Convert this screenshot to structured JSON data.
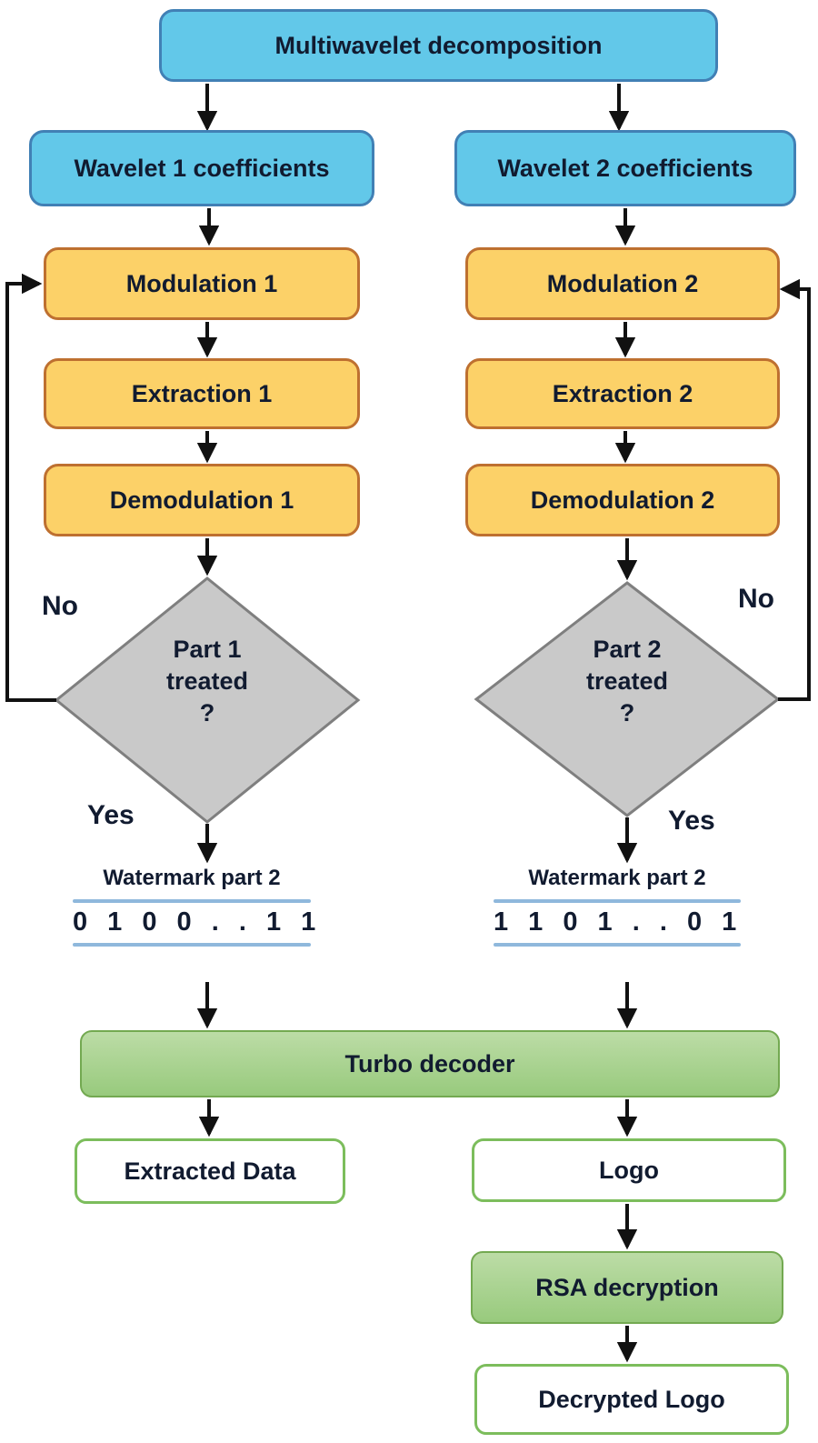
{
  "colors": {
    "blue-fill": "#62C8E9",
    "blue-border": "#4180B5",
    "orange-fill": "#FCD168",
    "orange-border": "#BE7030",
    "gray-fill": "#C9C9C9",
    "gray-border": "#7F7F7F",
    "green-top": "#BCDCA6",
    "green-bottom": "#98CA7D",
    "green-border": "#73A951",
    "white-box-border": "#7CBD5C",
    "rule-blue": "#8FB8DC",
    "arrow": "#111111",
    "text": "#111B30"
  },
  "nodes": {
    "multiwavelet": "Multiwavelet decomposition",
    "wavelet1": "Wavelet 1 coefficients",
    "wavelet2": "Wavelet 2 coefficients",
    "modulation1": "Modulation 1",
    "modulation2": "Modulation 2",
    "extraction1": "Extraction 1",
    "extraction2": "Extraction 2",
    "demodulation1": "Demodulation 1",
    "demodulation2": "Demodulation 2",
    "decision1": "Part 1\ntreated\n?",
    "decision2": "Part 2\ntreated\n?",
    "turbo": "Turbo decoder",
    "extracted_data": "Extracted Data",
    "logo": "Logo",
    "rsa": "RSA decryption",
    "decrypted_logo": "Decrypted Logo"
  },
  "watermarks": {
    "left": {
      "title": "Watermark part 2",
      "bits": "0 1 0 0 . . 1 1"
    },
    "right": {
      "title": "Watermark part 2",
      "bits": "1 1 0 1 . . 0 1"
    }
  },
  "branch_labels": {
    "no_left": "No",
    "yes_left": "Yes",
    "no_right": "No",
    "yes_right": "Yes"
  }
}
